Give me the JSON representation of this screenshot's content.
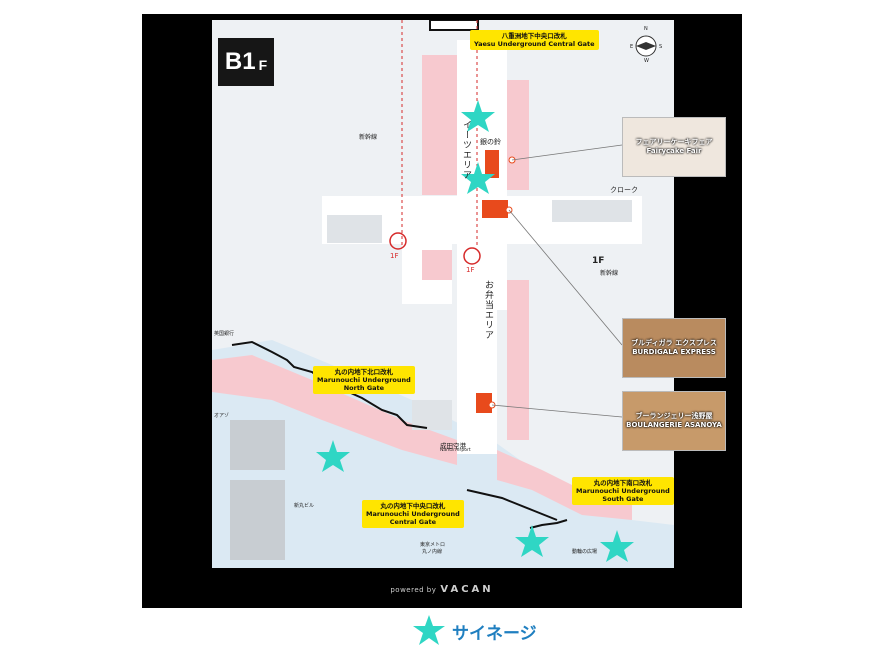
{
  "floor": {
    "level": "B1",
    "suffix": "F"
  },
  "compass": {
    "n": "N",
    "s": "S",
    "e": "E",
    "w": "W"
  },
  "gates": {
    "yaesu": {
      "jp": "八重洲地下中央口改札",
      "en": "Yaesu Underground Central Gate"
    },
    "north": {
      "jp": "丸の内地下北口改札",
      "en1": "Marunouchi Underground",
      "en2": "North Gate"
    },
    "central": {
      "jp": "丸の内地下中央口改札",
      "en1": "Marunouchi Underground",
      "en2": "Central Gate"
    },
    "south": {
      "jp": "丸の内地下南口改札",
      "en1": "Marunouchi Underground",
      "en2": "South Gate"
    }
  },
  "areas": {
    "eat": "イーツエリア",
    "bento": "お弁当エリア",
    "ginnosuzu": "銀の鈴",
    "cloak": "クローク",
    "shinkansen_1": "新幹線",
    "shinkansen_2": "新幹線",
    "narita_jp": "成田空港",
    "narita_en": "Narita Airport",
    "up1f_left": "1F",
    "up1f_right": "1F",
    "to1f": "1F",
    "tokyometro_1": "東京メトロ",
    "tokyometro_2": "丸ノ内線",
    "wadakura": "動輪の広場",
    "shinmaru": "新丸ビル",
    "oazo": "オアゾ",
    "ootemachi": "英国銀行"
  },
  "shops": [
    {
      "jp": "フェアリーケーキフェア",
      "en": "Fairycake Fair"
    },
    {
      "jp": "ブルディガラ エクスプレス",
      "en": "BURDIGALA EXPRESS"
    },
    {
      "jp": "ブーランジェリー浅野屋",
      "en": "BOULANGERIE ASANOYA"
    }
  ],
  "powered": {
    "prefix": "powered by",
    "brand": "VACAN"
  },
  "legend": {
    "label": "サイネージ"
  },
  "colors": {
    "signage_star": "#2fd6c4",
    "shop": "#e84a1c",
    "gate_label": "#ffe500",
    "corridor_pink": "#f7c9cf",
    "route_red": "#d62a2a"
  }
}
